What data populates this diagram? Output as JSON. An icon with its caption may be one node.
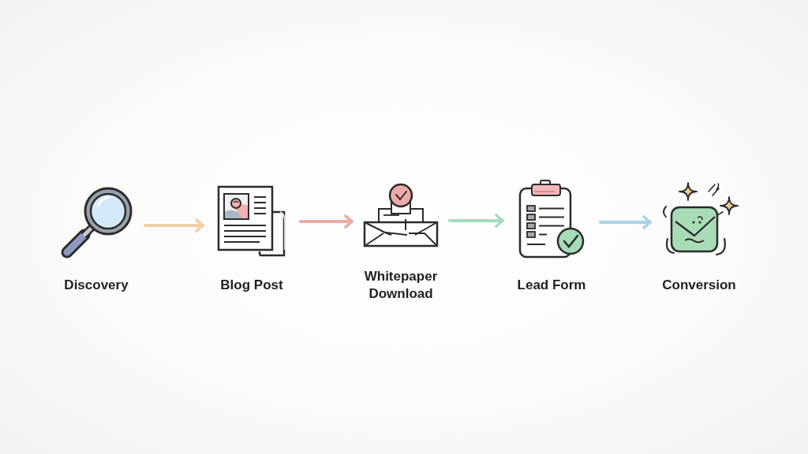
{
  "diagram": {
    "nodes": [
      {
        "text": [
          "Discovery"
        ]
      },
      {
        "text": [
          "Blog Post"
        ]
      },
      {
        "text": [
          "Whitepaper Download"
        ]
      },
      {
        "text": [
          "Lead Form"
        ]
      },
      {
        "text": [
          "Conversion"
        ]
      }
    ],
    "edges": [
      {
        "from": 0,
        "to": 1,
        "arrow": "to",
        "color": "#f2cfa4"
      },
      {
        "from": 1,
        "to": 2,
        "arrow": "to",
        "color": "#eca9a6"
      },
      {
        "from": 2,
        "to": 3,
        "arrow": "to",
        "color": "#a6dbc0"
      },
      {
        "from": 3,
        "to": 4,
        "arrow": "to",
        "color": "#a5d3e6"
      }
    ]
  }
}
